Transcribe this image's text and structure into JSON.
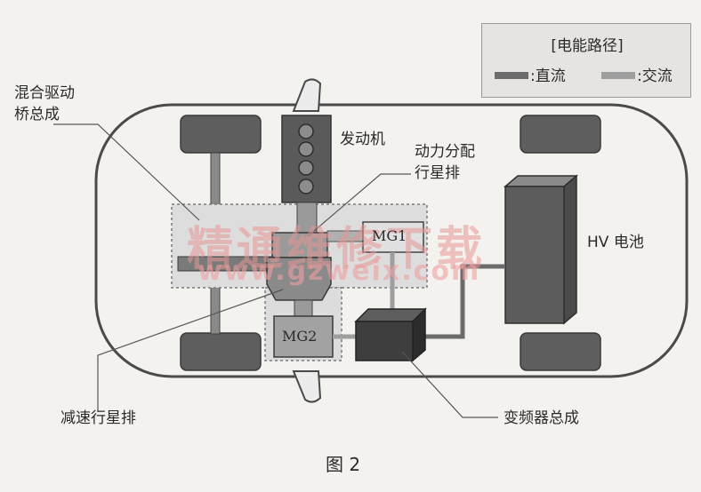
{
  "legend": {
    "title": "[电能路径]",
    "dc_label": ":直流",
    "ac_label": ":交流",
    "colors": {
      "dc": "#6c6c6c",
      "ac": "#9e9e9e"
    }
  },
  "labels": {
    "hybrid_axle": [
      "混合驱动",
      "桥总成"
    ],
    "engine": "发动机",
    "power_split": [
      "动力分配",
      "行星排"
    ],
    "mg1": "MG1",
    "mg2": "MG2",
    "hv_battery": "HV 电池",
    "reduction_gear": "减速行星排",
    "inverter": "变频器总成"
  },
  "watermark": {
    "chinese": "精通维修下载",
    "url": "www.gzweix.com"
  },
  "caption": "图 2"
}
